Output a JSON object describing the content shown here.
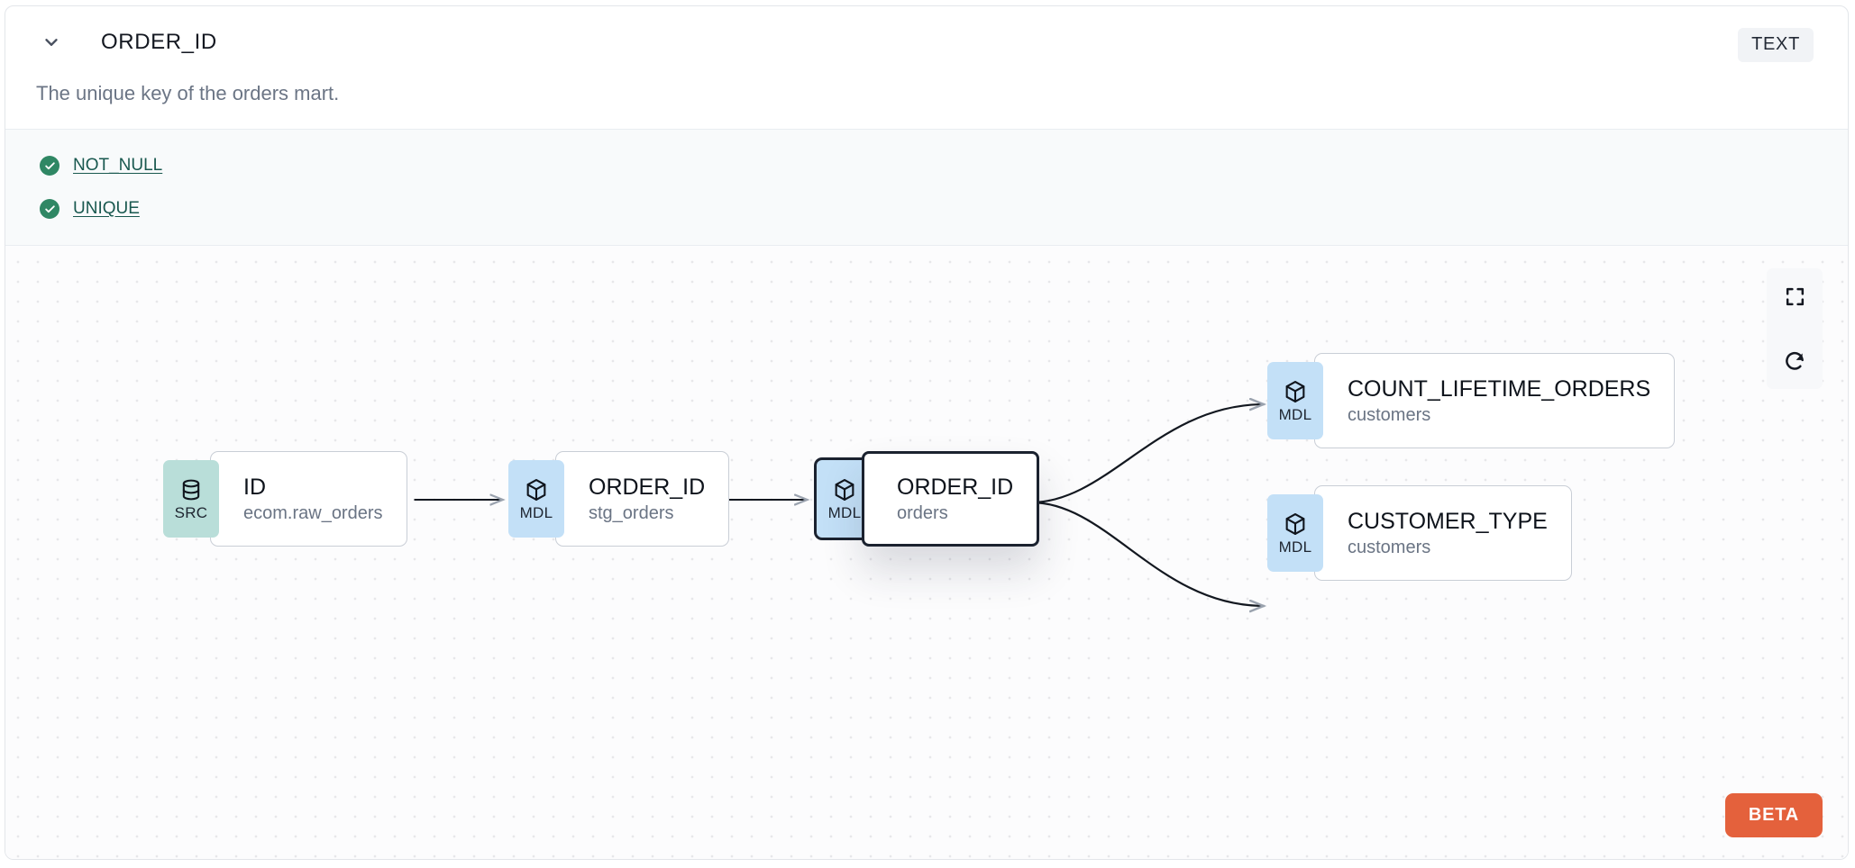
{
  "header": {
    "chevron_icon": "chevron-down-icon",
    "column_name": "ORDER_ID",
    "type_badge": "TEXT",
    "description": "The unique key of the orders mart."
  },
  "tests": [
    {
      "icon": "check-circle-icon",
      "label": "NOT_NULL",
      "status": "passed"
    },
    {
      "icon": "check-circle-icon",
      "label": "UNIQUE",
      "status": "passed"
    }
  ],
  "lineage": {
    "nodes": [
      {
        "id": "src-id",
        "badge": "SRC",
        "badge_icon": "database-icon",
        "name": "ID",
        "subtitle": "ecom.raw_orders",
        "selected": false
      },
      {
        "id": "mdl-stg-orders",
        "badge": "MDL",
        "badge_icon": "cube-icon",
        "name": "ORDER_ID",
        "subtitle": "stg_orders",
        "selected": false
      },
      {
        "id": "mdl-orders",
        "badge": "MDL",
        "badge_icon": "cube-icon",
        "name": "ORDER_ID",
        "subtitle": "orders",
        "selected": true
      },
      {
        "id": "mdl-count-lifetime-orders",
        "badge": "MDL",
        "badge_icon": "cube-icon",
        "name": "COUNT_LIFETIME_ORDERS",
        "subtitle": "customers",
        "selected": false
      },
      {
        "id": "mdl-customer-type",
        "badge": "MDL",
        "badge_icon": "cube-icon",
        "name": "CUSTOMER_TYPE",
        "subtitle": "customers",
        "selected": false
      }
    ],
    "controls": [
      {
        "name": "fullscreen-icon",
        "label": "Fullscreen"
      },
      {
        "name": "refresh-icon",
        "label": "Refresh"
      }
    ],
    "beta_label": "BETA"
  },
  "colors": {
    "src_badge": "#b9ded9",
    "mdl_badge": "#c3e0f7",
    "test_pass": "#2f8764",
    "link": "#19584f",
    "beta": "#e4613c",
    "selected_border": "#1b222f"
  }
}
